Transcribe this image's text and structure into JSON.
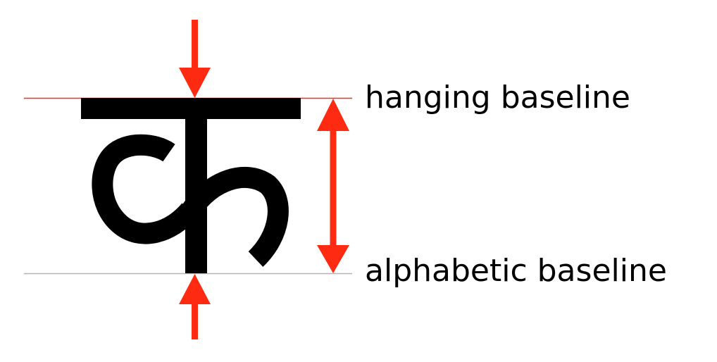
{
  "labels": {
    "hanging": "hanging baseline",
    "alphabetic": "alphabetic baseline"
  },
  "glyph": {
    "character": "क"
  },
  "colors": {
    "arrow": "#ff2a12",
    "hanging_line": "#ff2a12",
    "alphabetic_line": "#b3b3b3",
    "glyph": "#000000"
  }
}
